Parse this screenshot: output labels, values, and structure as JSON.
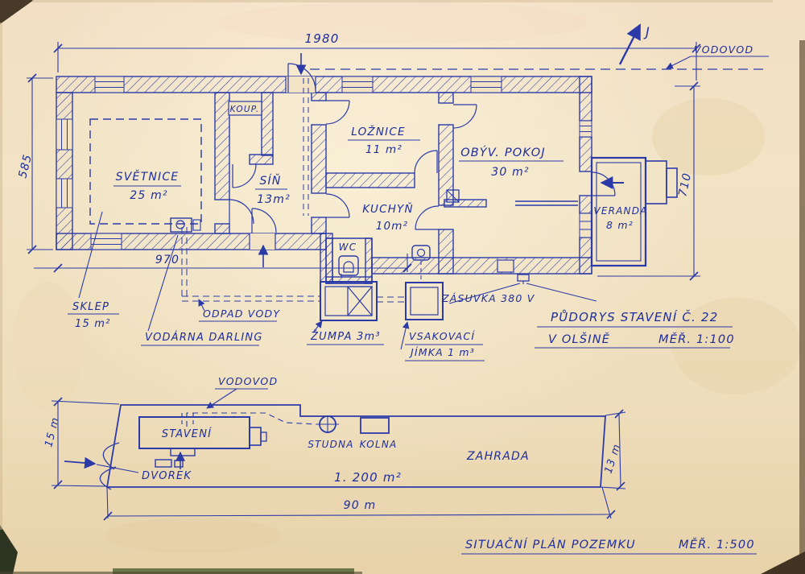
{
  "fp": {
    "title1": "PŮDORYS STAVENÍ Č. 22",
    "title2": "V OLŠINĚ",
    "scale": "MĚŘ. 1:100",
    "north": "J",
    "vodovod": "VODOVOD",
    "dim_top": "1980",
    "dim_left": "585",
    "dim_right": "710",
    "dim_inner": "970",
    "svetnice": "SVĚTNICE",
    "svetnice_area": "25 m²",
    "sin": "SÍŇ",
    "sin_area": "13m²",
    "koup": "KOUP.",
    "loznice": "LOŽNICE",
    "loznice_area": "11 m²",
    "kuchyn": "KUCHYŇ",
    "kuchyn_area": "10m²",
    "wc": "WC",
    "obyv": "OBÝV. POKOJ",
    "obyv_area": "30 m²",
    "veranda": "VERANDA",
    "veranda_area": "8 m²",
    "sklep": "SKLEP",
    "sklep_area": "15 m²",
    "odpad": "ODPAD VODY",
    "vodarna": "VODÁRNA DARLING",
    "zumpa": "ŽUMPA 3m³",
    "jimka1": "VSAKOVACÍ",
    "jimka2": "JÍMKA 1 m³",
    "zasuvka": "ZÁSUVKA 380 V"
  },
  "sp": {
    "title": "SITUAČNÍ PLÁN POZEMKU",
    "scale": "MĚŘ. 1:500",
    "vodovod": "VODOVOD",
    "staveni": "STAVENÍ",
    "dvorek": "DVOREK",
    "studna": "STUDNA",
    "kolna": "KOLNA",
    "zahrada": "ZAHRADA",
    "area": "1. 200 m²",
    "dim_left": "15 m",
    "dim_right": "13 m",
    "dim_bottom": "90 m"
  }
}
